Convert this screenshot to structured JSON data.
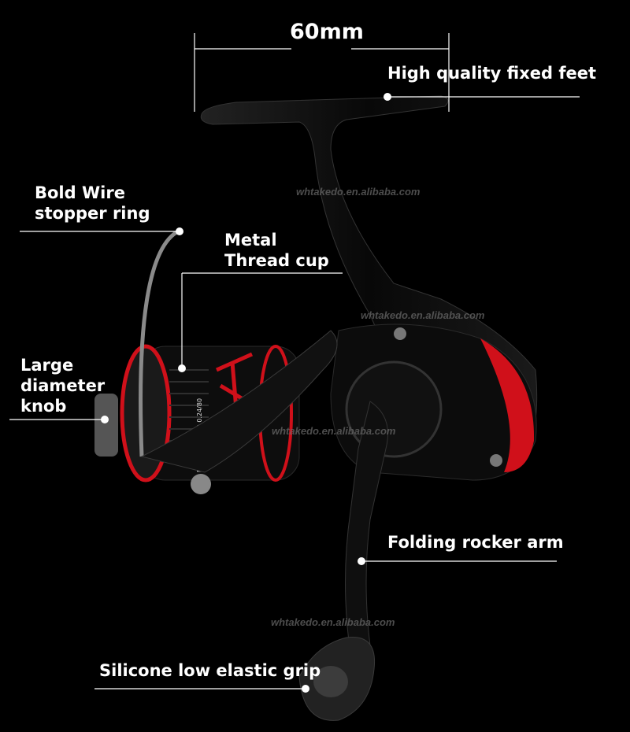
{
  "dimension": {
    "text": "60mm"
  },
  "callouts": {
    "feet": "High quality fixed feet",
    "wire": "Bold Wire\nstopper ring",
    "cup": "Metal\nThread cup",
    "knob": "Large\ndiameter\nknob",
    "arm": "Folding rocker arm",
    "grip": "Silicone low elastic grip"
  },
  "spool_print": "MN/M 0.18/100 0.24/80",
  "watermarks": [
    "whtakedo.en.alibaba.com",
    "whtakedo.en.alibaba.com",
    "whtakedo.en.alibaba.com",
    "whtakedo.en.alibaba.com"
  ],
  "colors": {
    "accent_red": "#d0101a",
    "body": "#111111",
    "text": "#ffffff"
  }
}
